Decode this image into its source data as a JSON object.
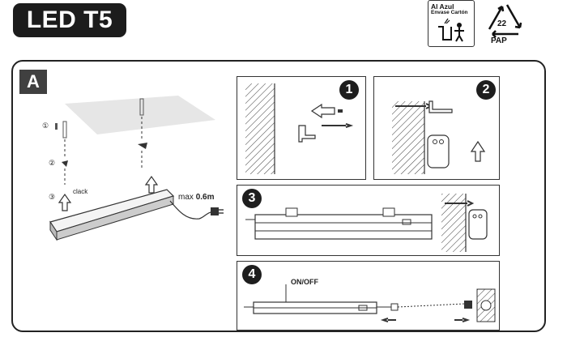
{
  "header": {
    "title": "LED T5",
    "recycle_line1": "Al Azul",
    "recycle_line2": "Envase Cartón",
    "pap_number": "22",
    "pap_label": "PAP"
  },
  "section": {
    "label": "A"
  },
  "overview": {
    "step1": "①",
    "step2": "②",
    "step3": "③",
    "clack": "clack",
    "max_prefix": "max",
    "max_value": "0.6m"
  },
  "steps": {
    "step1": "1",
    "step2": "2",
    "step3": "3",
    "step4": "4",
    "onoff": "ON/OFF"
  },
  "colors": {
    "dark": "#1e1e1e",
    "badge": "#404040",
    "line": "#333333"
  }
}
